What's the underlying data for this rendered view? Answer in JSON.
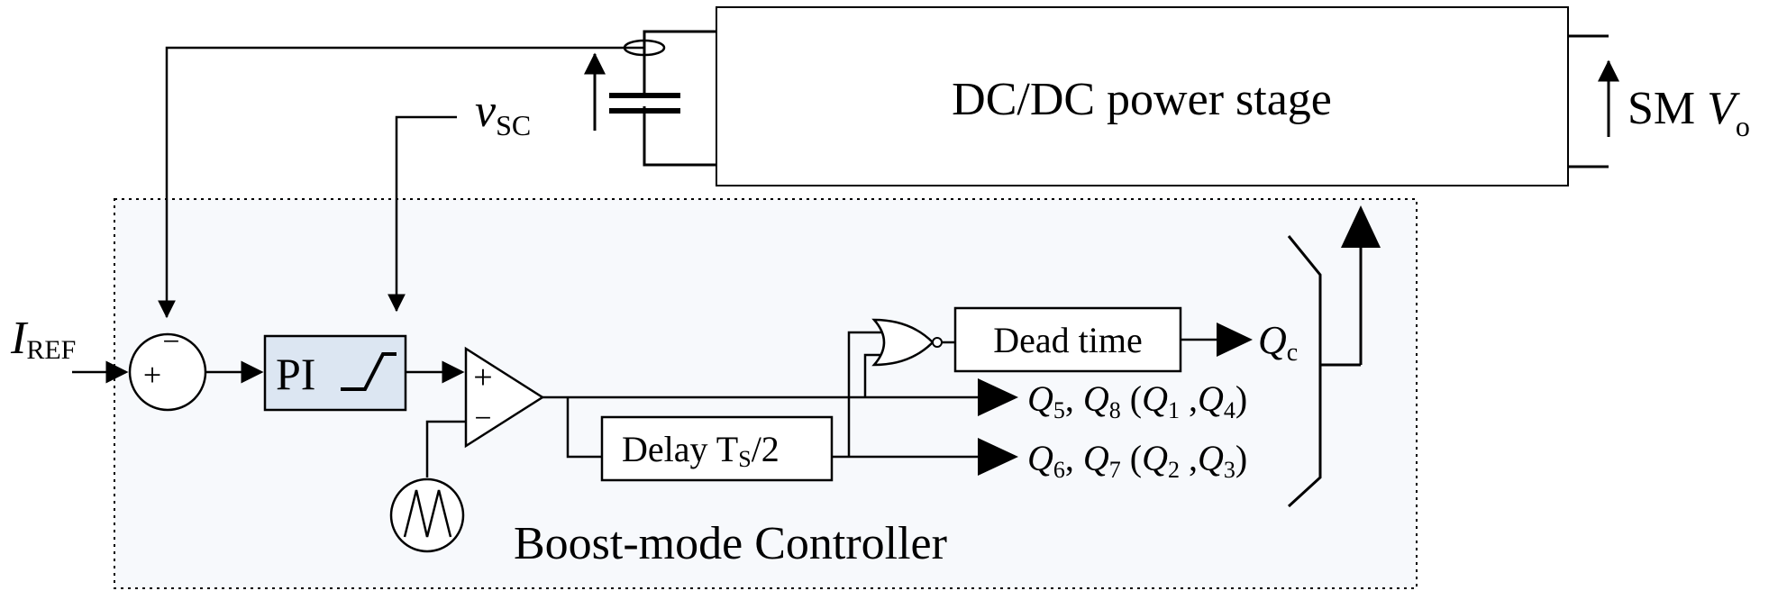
{
  "blocks": {
    "power_stage": "DC/DC power stage",
    "controller": "Boost-mode Controller",
    "pi": "PI",
    "dead_time": "Dead time",
    "delay": "Delay T",
    "delay_sub": "S",
    "delay_tail": "/2"
  },
  "signals": {
    "vsc_main": "v",
    "vsc_sub": "SC",
    "iref_main": "I",
    "iref_sub": "REF",
    "sm_prefix": "SM ",
    "vo_main": "V",
    "vo_sub": "o",
    "qc_main": "Q",
    "qc_sub": "c"
  },
  "summing_junction": {
    "plus": "+",
    "minus": "−"
  },
  "comparator": {
    "plus": "+",
    "minus": "−"
  },
  "outputs": {
    "q58": {
      "q5": "Q",
      "q5_sub": "5",
      "sep": ", ",
      "q8": "Q",
      "q8_sub": "8",
      "open": " (",
      "q1": "Q",
      "q1_sub": "1",
      "comma": " ,",
      "q4": "Q",
      "q4_sub": "4",
      "close": ")"
    },
    "q67": {
      "q6": "Q",
      "q6_sub": "6",
      "sep": ", ",
      "q7": "Q",
      "q7_sub": "7",
      "open": " (",
      "q2": "Q",
      "q2_sub": "2",
      "comma": " ,",
      "q3": "Q",
      "q3_sub": "3",
      "close": ")"
    }
  },
  "colors": {
    "line": "#000000",
    "controller_fill": "#f7f9fc",
    "pi_fill": "#dce6f2"
  }
}
